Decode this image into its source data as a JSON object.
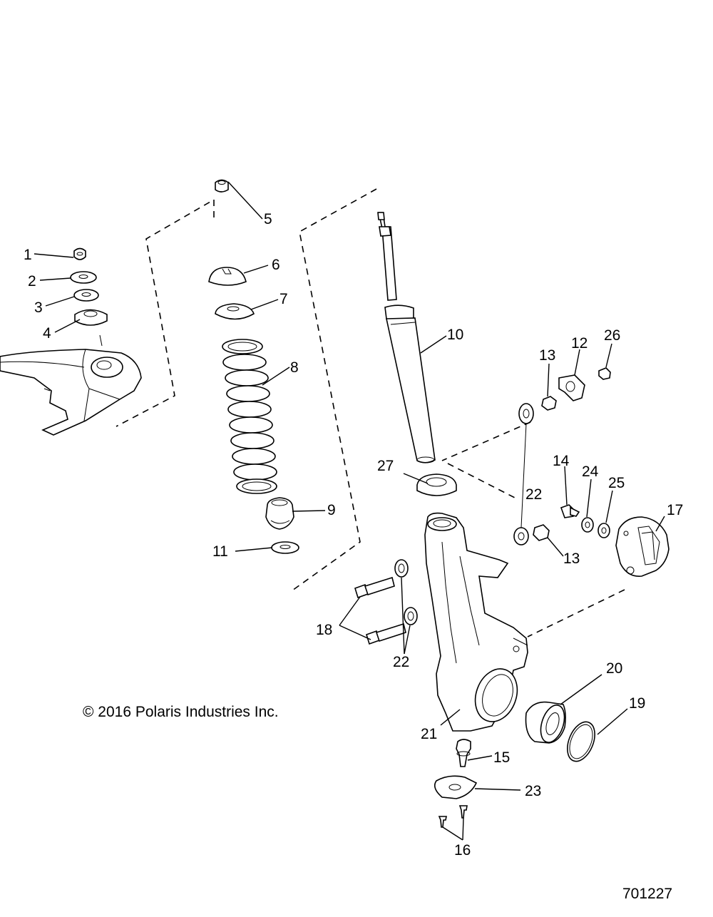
{
  "copyright": "© 2016 Polaris Industries Inc.",
  "diagram_id": "701227",
  "callouts": [
    "1",
    "2",
    "3",
    "4",
    "5",
    "6",
    "7",
    "8",
    "9",
    "10",
    "11",
    "12",
    "13",
    "13",
    "14",
    "15",
    "16",
    "17",
    "18",
    "19",
    "20",
    "21",
    "22",
    "22",
    "23",
    "24",
    "25",
    "26",
    "27"
  ]
}
